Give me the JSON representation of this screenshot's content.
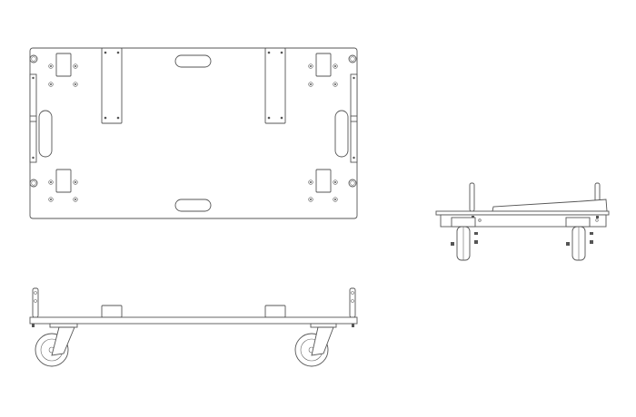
{
  "drawing": {
    "views": [
      "top-view",
      "end-view",
      "side-view"
    ],
    "colors": {
      "line": "#555555",
      "background": "#ffffff"
    }
  }
}
